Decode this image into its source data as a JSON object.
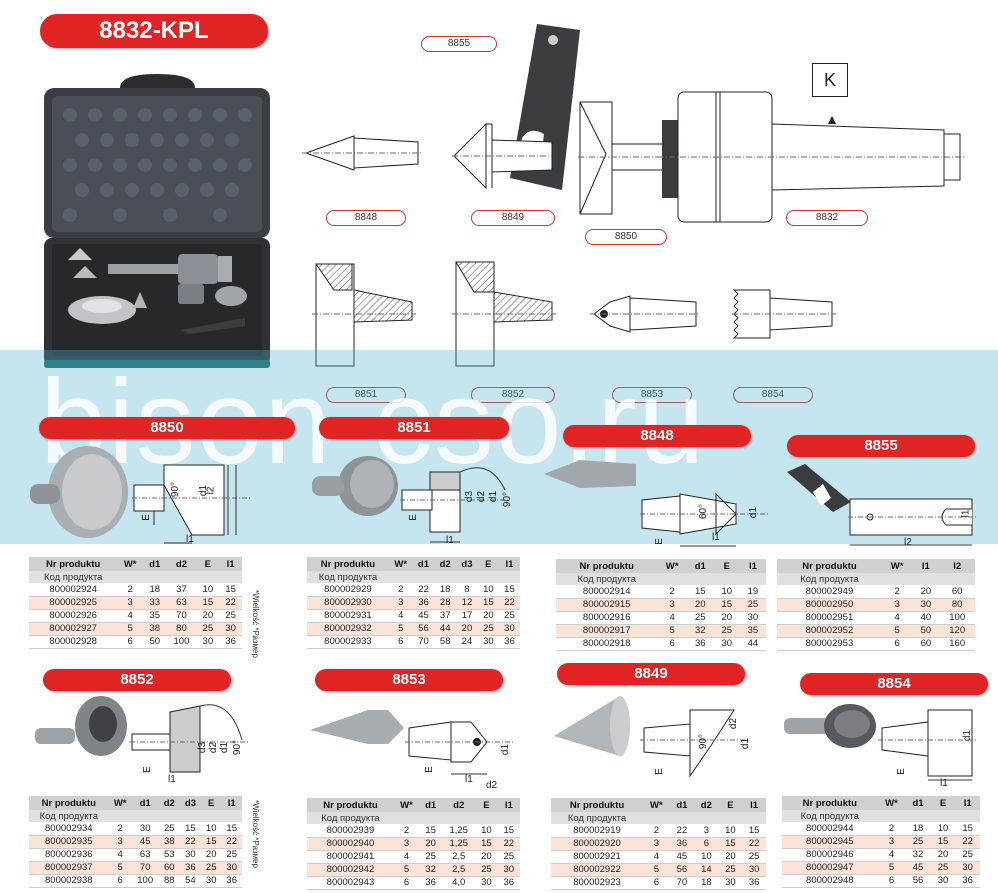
{
  "title": "8832-KPL",
  "top_tags": [
    "8855",
    "8848",
    "8849",
    "8850",
    "8832",
    "8851",
    "8852",
    "8853",
    "8854"
  ],
  "k_label": "K",
  "watermark": "bison-cso.ru",
  "size_note": "*Wielkość *Размер",
  "tables": {
    "t8850": {
      "label": "8850",
      "headers": [
        "Nr produktu",
        "W*",
        "d1",
        "d2",
        "E",
        "l1"
      ],
      "subheader": "Код продукта",
      "rows": [
        [
          "800002924",
          "2",
          "18",
          "37",
          "10",
          "15"
        ],
        [
          "800002925",
          "3",
          "33",
          "63",
          "15",
          "22"
        ],
        [
          "800002926",
          "4",
          "35",
          "70",
          "20",
          "25"
        ],
        [
          "800002927",
          "5",
          "38",
          "80",
          "25",
          "30"
        ],
        [
          "800002928",
          "6",
          "50",
          "100",
          "30",
          "36"
        ]
      ]
    },
    "t8851": {
      "label": "8851",
      "headers": [
        "Nr produktu",
        "W*",
        "d1",
        "d2",
        "d3",
        "E",
        "l1"
      ],
      "subheader": "Код продукта",
      "rows": [
        [
          "800002929",
          "2",
          "22",
          "18",
          "8",
          "10",
          "15"
        ],
        [
          "800002930",
          "3",
          "36",
          "28",
          "12",
          "15",
          "22"
        ],
        [
          "800002931",
          "4",
          "45",
          "37",
          "17",
          "20",
          "25"
        ],
        [
          "800002932",
          "5",
          "56",
          "44",
          "20",
          "25",
          "30"
        ],
        [
          "800002933",
          "6",
          "70",
          "58",
          "24",
          "30",
          "36"
        ]
      ]
    },
    "t8848": {
      "label": "8848",
      "headers": [
        "Nr produktu",
        "W*",
        "d1",
        "E",
        "l1"
      ],
      "subheader": "Код продукта",
      "rows": [
        [
          "800002914",
          "2",
          "15",
          "10",
          "19"
        ],
        [
          "800002915",
          "3",
          "20",
          "15",
          "25"
        ],
        [
          "800002916",
          "4",
          "25",
          "20",
          "30"
        ],
        [
          "800002917",
          "5",
          "32",
          "25",
          "35"
        ],
        [
          "800002918",
          "6",
          "36",
          "30",
          "44"
        ]
      ]
    },
    "t8855": {
      "label": "8855",
      "headers": [
        "Nr produktu",
        "W*",
        "l1",
        "l2"
      ],
      "subheader": "Код продукта",
      "rows": [
        [
          "800002949",
          "2",
          "20",
          "60"
        ],
        [
          "800002950",
          "3",
          "30",
          "80"
        ],
        [
          "800002951",
          "4",
          "40",
          "100"
        ],
        [
          "800002952",
          "5",
          "50",
          "120"
        ],
        [
          "800002953",
          "6",
          "60",
          "160"
        ]
      ]
    },
    "t8852": {
      "label": "8852",
      "headers": [
        "Nr produktu",
        "W*",
        "d1",
        "d2",
        "d3",
        "E",
        "l1"
      ],
      "subheader": "Код продукта",
      "rows": [
        [
          "800002934",
          "2",
          "30",
          "25",
          "15",
          "10",
          "15"
        ],
        [
          "800002935",
          "3",
          "45",
          "38",
          "22",
          "15",
          "22"
        ],
        [
          "800002936",
          "4",
          "63",
          "53",
          "30",
          "20",
          "25"
        ],
        [
          "800002937",
          "5",
          "70",
          "60",
          "36",
          "25",
          "30"
        ],
        [
          "800002938",
          "6",
          "100",
          "88",
          "54",
          "30",
          "36"
        ]
      ]
    },
    "t8853": {
      "label": "8853",
      "headers": [
        "Nr produktu",
        "W*",
        "d1",
        "d2",
        "E",
        "l1"
      ],
      "subheader": "Код продукта",
      "rows": [
        [
          "800002939",
          "2",
          "15",
          "1,25",
          "10",
          "15"
        ],
        [
          "800002940",
          "3",
          "20",
          "1,25",
          "15",
          "22"
        ],
        [
          "800002941",
          "4",
          "25",
          "2,5",
          "20",
          "25"
        ],
        [
          "800002942",
          "5",
          "32",
          "2,5",
          "25",
          "30"
        ],
        [
          "800002943",
          "6",
          "36",
          "4,0",
          "30",
          "36"
        ]
      ]
    },
    "t8849": {
      "label": "8849",
      "headers": [
        "Nr produktu",
        "W*",
        "d1",
        "d2",
        "E",
        "l1"
      ],
      "subheader": "Код продукта",
      "rows": [
        [
          "800002919",
          "2",
          "22",
          "3",
          "10",
          "15"
        ],
        [
          "800002920",
          "3",
          "36",
          "6",
          "15",
          "22"
        ],
        [
          "800002921",
          "4",
          "45",
          "10",
          "20",
          "25"
        ],
        [
          "800002922",
          "5",
          "56",
          "14",
          "25",
          "30"
        ],
        [
          "800002923",
          "6",
          "70",
          "18",
          "30",
          "36"
        ]
      ]
    },
    "t8854": {
      "label": "8854",
      "headers": [
        "Nr produktu",
        "W*",
        "d1",
        "E",
        "l1"
      ],
      "subheader": "Код продукта",
      "rows": [
        [
          "800002944",
          "2",
          "18",
          "10",
          "15"
        ],
        [
          "800002945",
          "3",
          "25",
          "15",
          "22"
        ],
        [
          "800002946",
          "4",
          "32",
          "20",
          "25"
        ],
        [
          "800002947",
          "5",
          "45",
          "25",
          "30"
        ],
        [
          "800002948",
          "6",
          "56",
          "30",
          "36"
        ]
      ]
    }
  },
  "dims": {
    "d1": "d1",
    "d2": "d2",
    "d3": "d3",
    "l1": "l1",
    "l2": "l2",
    "E": "E",
    "a90": "90°",
    "a60": "60°"
  },
  "colors": {
    "accent": "#e02424",
    "band": "#50afcd",
    "row_alt": "#fbe3d8",
    "header": "#d0d0d0"
  }
}
